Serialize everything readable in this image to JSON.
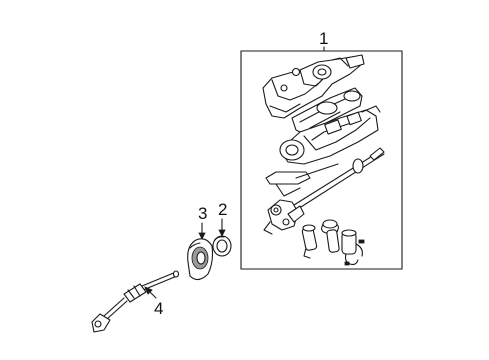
{
  "diagram": {
    "callouts": [
      {
        "id": "1",
        "label": "1"
      },
      {
        "id": "2",
        "label": "2"
      },
      {
        "id": "3",
        "label": "3"
      },
      {
        "id": "4",
        "label": "4"
      }
    ]
  },
  "colors": {
    "line": "#1a1a1a",
    "background": "#ffffff",
    "shade": "#9a9a9a"
  }
}
